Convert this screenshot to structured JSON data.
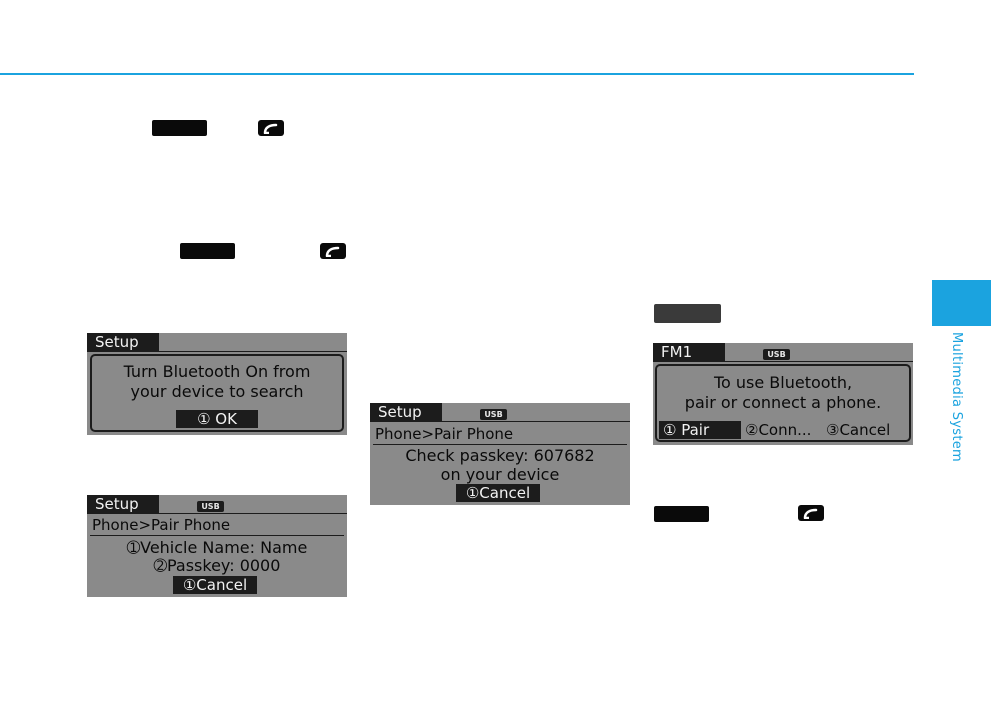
{
  "colors": {
    "accent": "#1ba3df",
    "key_fill": "#0a0a0a",
    "key_dim": "#3a3a3a",
    "screen_bg": "#8a8a8a"
  },
  "sidebar": {
    "section_label": "Multimedia System"
  },
  "icons": {
    "phone": "phone-handset-icon"
  },
  "screens": {
    "bt_off": {
      "tab": "Setup",
      "line1": "Turn Bluetooth On from",
      "line2": "your device to search",
      "softkey": "①  OK"
    },
    "pair_vehicle": {
      "tab": "Setup",
      "usb": "USB",
      "breadcrumb": "Phone>Pair Phone",
      "line1": "➀Vehicle Name: Name",
      "line2": "➁Passkey: 0000",
      "softkey": "①Cancel"
    },
    "passkey_check": {
      "tab": "Setup",
      "usb": "USB",
      "breadcrumb": "Phone>Pair Phone",
      "line1": "Check passkey: 607682",
      "line2": "on your device",
      "softkey": "①Cancel"
    },
    "use_bt": {
      "tab": "FM1",
      "usb": "USB",
      "line1": "To use Bluetooth,",
      "line2": "pair or connect a phone.",
      "opt1": "①  Pair",
      "opt2": "②Conn...",
      "opt3": "③Cancel"
    }
  }
}
